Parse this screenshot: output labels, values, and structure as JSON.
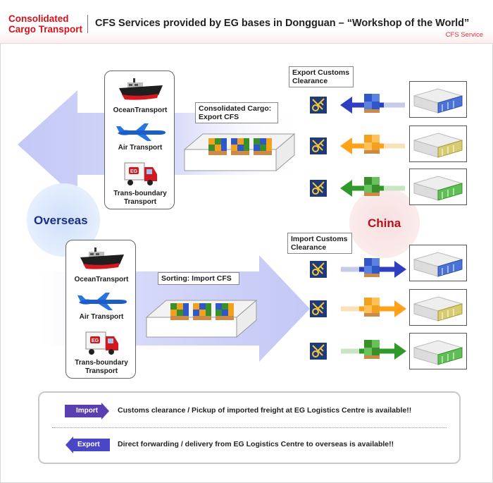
{
  "header": {
    "brand_line1": "Consolidated",
    "brand_line2": "Cargo Transport",
    "title": "CFS Services provided by EG bases in Dongguan – “Workshop of the World”",
    "subtitle": "CFS Service"
  },
  "nodes": {
    "overseas": "Overseas",
    "china": "China"
  },
  "export_panel": {
    "modes": [
      {
        "label": "OceanTransport",
        "icon": "ship-icon"
      },
      {
        "label": "Air Transport",
        "icon": "airplane-icon"
      },
      {
        "label_line1": "Trans-boundary",
        "label_line2": "Transport",
        "icon": "truck-icon"
      }
    ],
    "cfs_line1": "Consolidated Cargo:",
    "cfs_line2": "Export CFS",
    "customs_line1": "Export Customs",
    "customs_line2": "Clearance"
  },
  "import_panel": {
    "modes": [
      {
        "label": "OceanTransport",
        "icon": "ship-icon"
      },
      {
        "label": "Air Transport",
        "icon": "airplane-icon"
      },
      {
        "label_line1": "Trans-boundary",
        "label_line2": "Transport",
        "icon": "truck-icon"
      }
    ],
    "cfs_label": "Sorting: Import CFS",
    "customs_line1": "Import Customs",
    "customs_line2": "Clearance"
  },
  "colors": {
    "brand_red": "#d6101a",
    "flow_lavender": "#c8cdf7",
    "blue": "#2f3fc0",
    "orange": "#ffa21a",
    "green": "#2f9a2a",
    "import_purple": "#5a3fb0",
    "export_blue": "#4a46c8",
    "navy_text": "#1a2e86",
    "china_red": "#b3111b"
  },
  "legend": {
    "import_label": "Import",
    "import_text": "Customs clearance / Pickup of imported freight at EG Logistics Centre is available!!",
    "export_label": "Export",
    "export_text": "Direct forwarding / delivery from EG Logistics Centre to overseas is available!!"
  }
}
